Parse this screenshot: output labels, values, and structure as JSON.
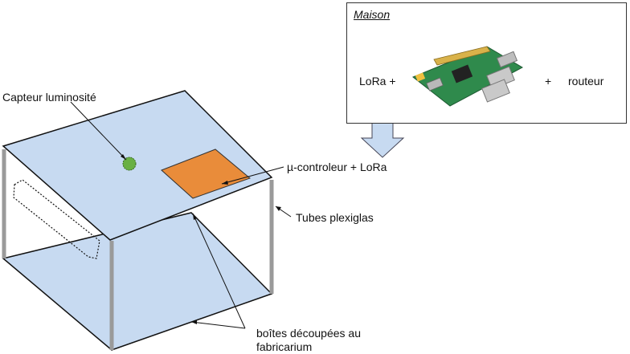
{
  "maison": {
    "title": "Maison",
    "lora": "LoRa +",
    "plus": "+",
    "router": "routeur"
  },
  "labels": {
    "sensor": "Capteur luminosité",
    "controller": "µ-controleur + LoRa",
    "tubes": "Tubes plexiglas",
    "boxes_line1": "boîtes découpées au",
    "boxes_line2": "fabricarium"
  },
  "colors": {
    "panel": "#c7daf1",
    "tube": "#9a9a9a",
    "sensor": "#69b043",
    "controller": "#e98c3a",
    "arrow": "#c7daf1",
    "board": "#2f8a4c"
  },
  "icons": {
    "board": "raspberry-pi-board-icon"
  }
}
